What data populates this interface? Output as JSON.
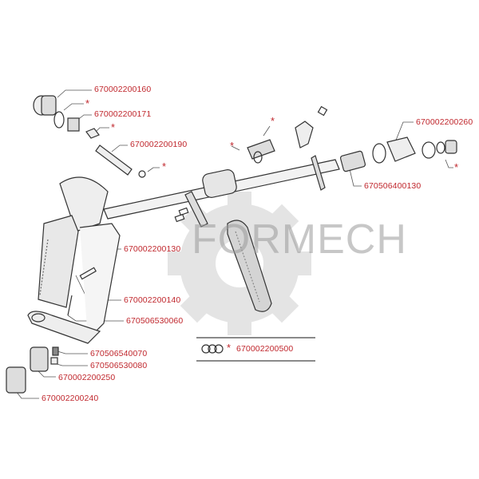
{
  "watermark": "FORMECH",
  "colors": {
    "label": "#c0272d",
    "line": "#333333",
    "watermark": "#9a9a9a"
  },
  "labels": {
    "p160": "670002200160",
    "p171": "670002200171",
    "p190": "670002200190",
    "p260": "670002200260",
    "p400130": "670506400130",
    "p130": "670002200130",
    "p140": "670002200140",
    "p530060": "670506530060",
    "p540070": "670506540070",
    "p530080": "670506530080",
    "p250": "670002200250",
    "p240": "670002200240",
    "kit500": "670002200500"
  },
  "asterisk": "*"
}
